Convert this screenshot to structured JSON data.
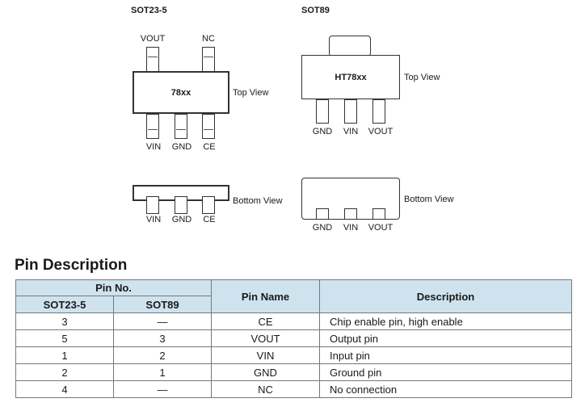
{
  "sot23": {
    "title": "SOT23-5",
    "top_pins_top": [
      "VOUT",
      "NC"
    ],
    "chip_label": "78xx",
    "top_view": "Top View",
    "top_pins_bottom": [
      "VIN",
      "GND",
      "CE"
    ],
    "bottom_pins": [
      "VIN",
      "GND",
      "CE"
    ],
    "bottom_view": "Bottom View"
  },
  "sot89": {
    "title": "SOT89",
    "chip_label": "HT78xx",
    "top_view": "Top View",
    "top_pins": [
      "GND",
      "VIN",
      "VOUT"
    ],
    "bottom_pins": [
      "GND",
      "VIN",
      "VOUT"
    ],
    "bottom_view": "Bottom View"
  },
  "section_title": "Pin Description",
  "table": {
    "header_pin_no": "Pin No.",
    "header_sot23": "SOT23-5",
    "header_sot89": "SOT89",
    "header_pin_name": "Pin Name",
    "header_description": "Description",
    "rows": [
      {
        "sot23": "3",
        "sot89": "—",
        "name": "CE",
        "desc": "Chip enable pin, high enable"
      },
      {
        "sot23": "5",
        "sot89": "3",
        "name": "VOUT",
        "desc": "Output pin"
      },
      {
        "sot23": "1",
        "sot89": "2",
        "name": "VIN",
        "desc": "Input pin"
      },
      {
        "sot23": "2",
        "sot89": "1",
        "name": "GND",
        "desc": "Ground pin"
      },
      {
        "sot23": "4",
        "sot89": "—",
        "name": "NC",
        "desc": "No connection"
      }
    ]
  }
}
